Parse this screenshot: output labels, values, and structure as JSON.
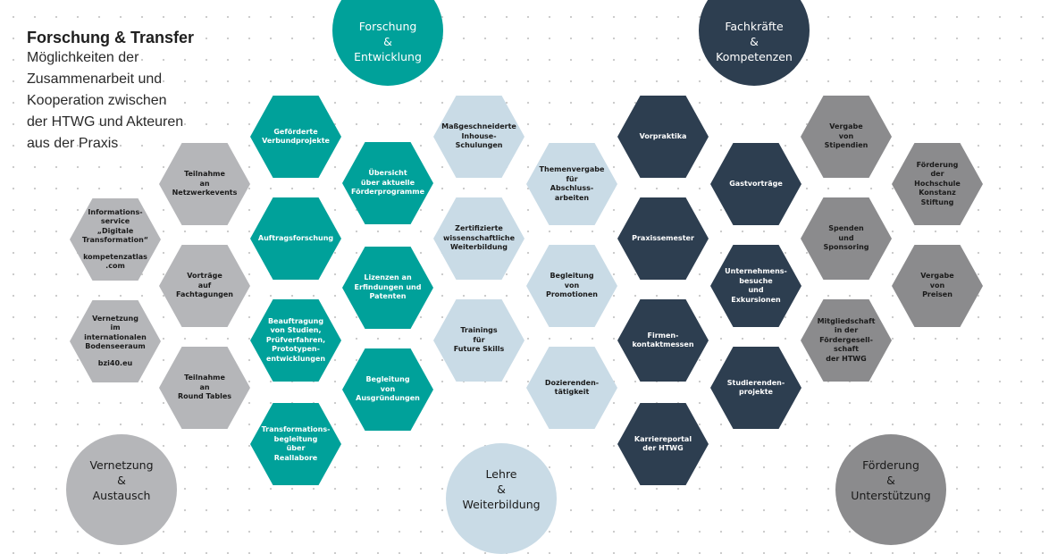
{
  "title": {
    "heading": "Forschung & Transfer",
    "text": "Möglichkeiten der\nZusammenarbeit und\nKooperation zwischen\nder HTWG und Akteuren\naus der Praxis"
  },
  "colors": {
    "teal": "#00a19a",
    "navy": "#2d3e50",
    "light_grey": "#b5b6b9",
    "light_blue": "#c9dbe6",
    "mid_grey": "#8b8b8d"
  },
  "categories": {
    "forschung": "Forschung\n&\nEntwicklung",
    "fachkraefte": "Fachkräfte\n&\nKompetenzen",
    "vernetzung": "Vernetzung\n&\nAustausch",
    "lehre": "Lehre\n&\nWeiterbildung",
    "foerderung": "Förderung\n&\nUnterstützung"
  },
  "vernetzung_items": [
    "Teilnahme\nan\nNetzwerkevents",
    "Vorträge\nauf\nFachtagungen",
    "Teilnahme\nan\nRound Tables"
  ],
  "vernetzung_outer": [
    {
      "text": "Informations-\nservice\n„Digitale\nTransformation“",
      "sub": "kompetenzatlas\n.com"
    },
    {
      "text": "Vernetzung\nim internationalen\nBodenseeraum",
      "sub": "bzi40.eu"
    }
  ],
  "forschung_items": [
    "Geförderte\nVerbundprojekte",
    "Auftragsforschung",
    "Beauftragung\nvon Studien,\nPrüfverfahren,\nPrototypen-\nentwicklungen",
    "Transformations-\nbegleitung\nüber\nReallabore"
  ],
  "forschung_inner": [
    "Übersicht\nüber aktuelle\nFörderprogramme",
    "Lizenzen an\nErfindungen und\nPatenten",
    "Begleitung\nvon\nAusgründungen"
  ],
  "lehre_items": [
    "Maßgeschneiderte\nInhouse-\nSchulungen",
    "Zertifizierte\nwissenschaftliche\nWeiterbildung",
    "Trainings\nfür\nFuture Skills"
  ],
  "lehre_inner": [
    "Themenvergabe\nfür\nAbschluss-\narbeiten",
    "Begleitung\nvon\nPromotionen",
    "Dozierenden-\ntätigkeit"
  ],
  "fach_items": [
    "Vorpraktika",
    "Praxissemester",
    "Firmen-\nkontaktmessen",
    "Karriereportal\nder HTWG"
  ],
  "fach_inner": [
    "Gastvorträge",
    "Unternehmens-\nbesuche\nund\nExkursionen",
    "Studierenden-\nprojekte"
  ],
  "foerderung_items": [
    "Vergabe\nvon\nStipendien",
    "Spenden\nund\nSponsoring",
    "Mitgliedschaft\nin der\nFördergesell-\nschaft\nder HTWG"
  ],
  "foerderung_outer": [
    "Förderung\nder\nHochschule\nKonstanz\nStiftung",
    "Vergabe\nvon\nPreisen"
  ]
}
